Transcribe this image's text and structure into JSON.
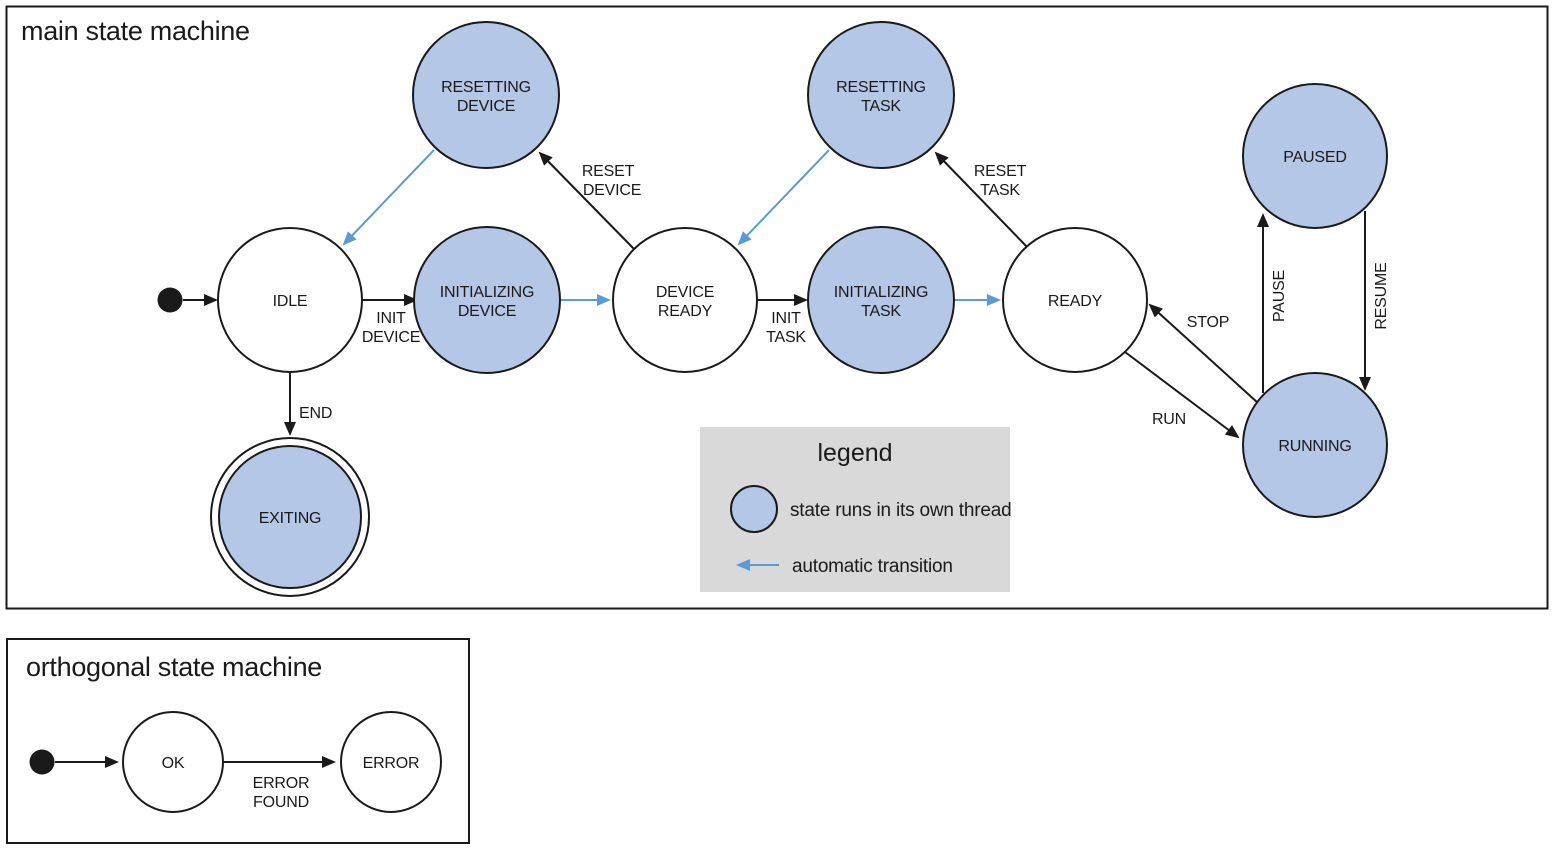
{
  "colors": {
    "threaded_state_fill": "#b4c7e7",
    "automatic_transition": "#5b9bd5",
    "legend_background": "#d9d9d9",
    "line": "#1a1a1a"
  },
  "main": {
    "title": "main state machine",
    "states": {
      "idle": {
        "label": "IDLE"
      },
      "resetting_device": {
        "line1": "RESETTING",
        "line2": "DEVICE"
      },
      "initializing_device": {
        "line1": "INITIALIZING",
        "line2": "DEVICE"
      },
      "device_ready": {
        "line1": "DEVICE",
        "line2": "READY"
      },
      "resetting_task": {
        "line1": "RESETTING",
        "line2": "TASK"
      },
      "initializing_task": {
        "line1": "INITIALIZING",
        "line2": "TASK"
      },
      "ready": {
        "label": "READY"
      },
      "paused": {
        "label": "PAUSED"
      },
      "running": {
        "label": "RUNNING"
      },
      "exiting": {
        "label": "EXITING"
      }
    },
    "transitions": {
      "init_device": {
        "line1": "INIT",
        "line2": "DEVICE"
      },
      "reset_device": {
        "line1": "RESET",
        "line2": "DEVICE"
      },
      "init_task": {
        "line1": "INIT",
        "line2": "TASK"
      },
      "reset_task": {
        "line1": "RESET",
        "line2": "TASK"
      },
      "run": "RUN",
      "stop": "STOP",
      "pause": "PAUSE",
      "resume": "RESUME",
      "end": "END"
    }
  },
  "legend": {
    "title": "legend",
    "threaded_label": "state runs in its own thread",
    "automatic_label": "automatic transition"
  },
  "orthogonal": {
    "title": "orthogonal state machine",
    "states": {
      "ok": {
        "label": "OK"
      },
      "error": {
        "label": "ERROR"
      }
    },
    "transitions": {
      "error_found": {
        "line1": "ERROR",
        "line2": "FOUND"
      }
    }
  }
}
